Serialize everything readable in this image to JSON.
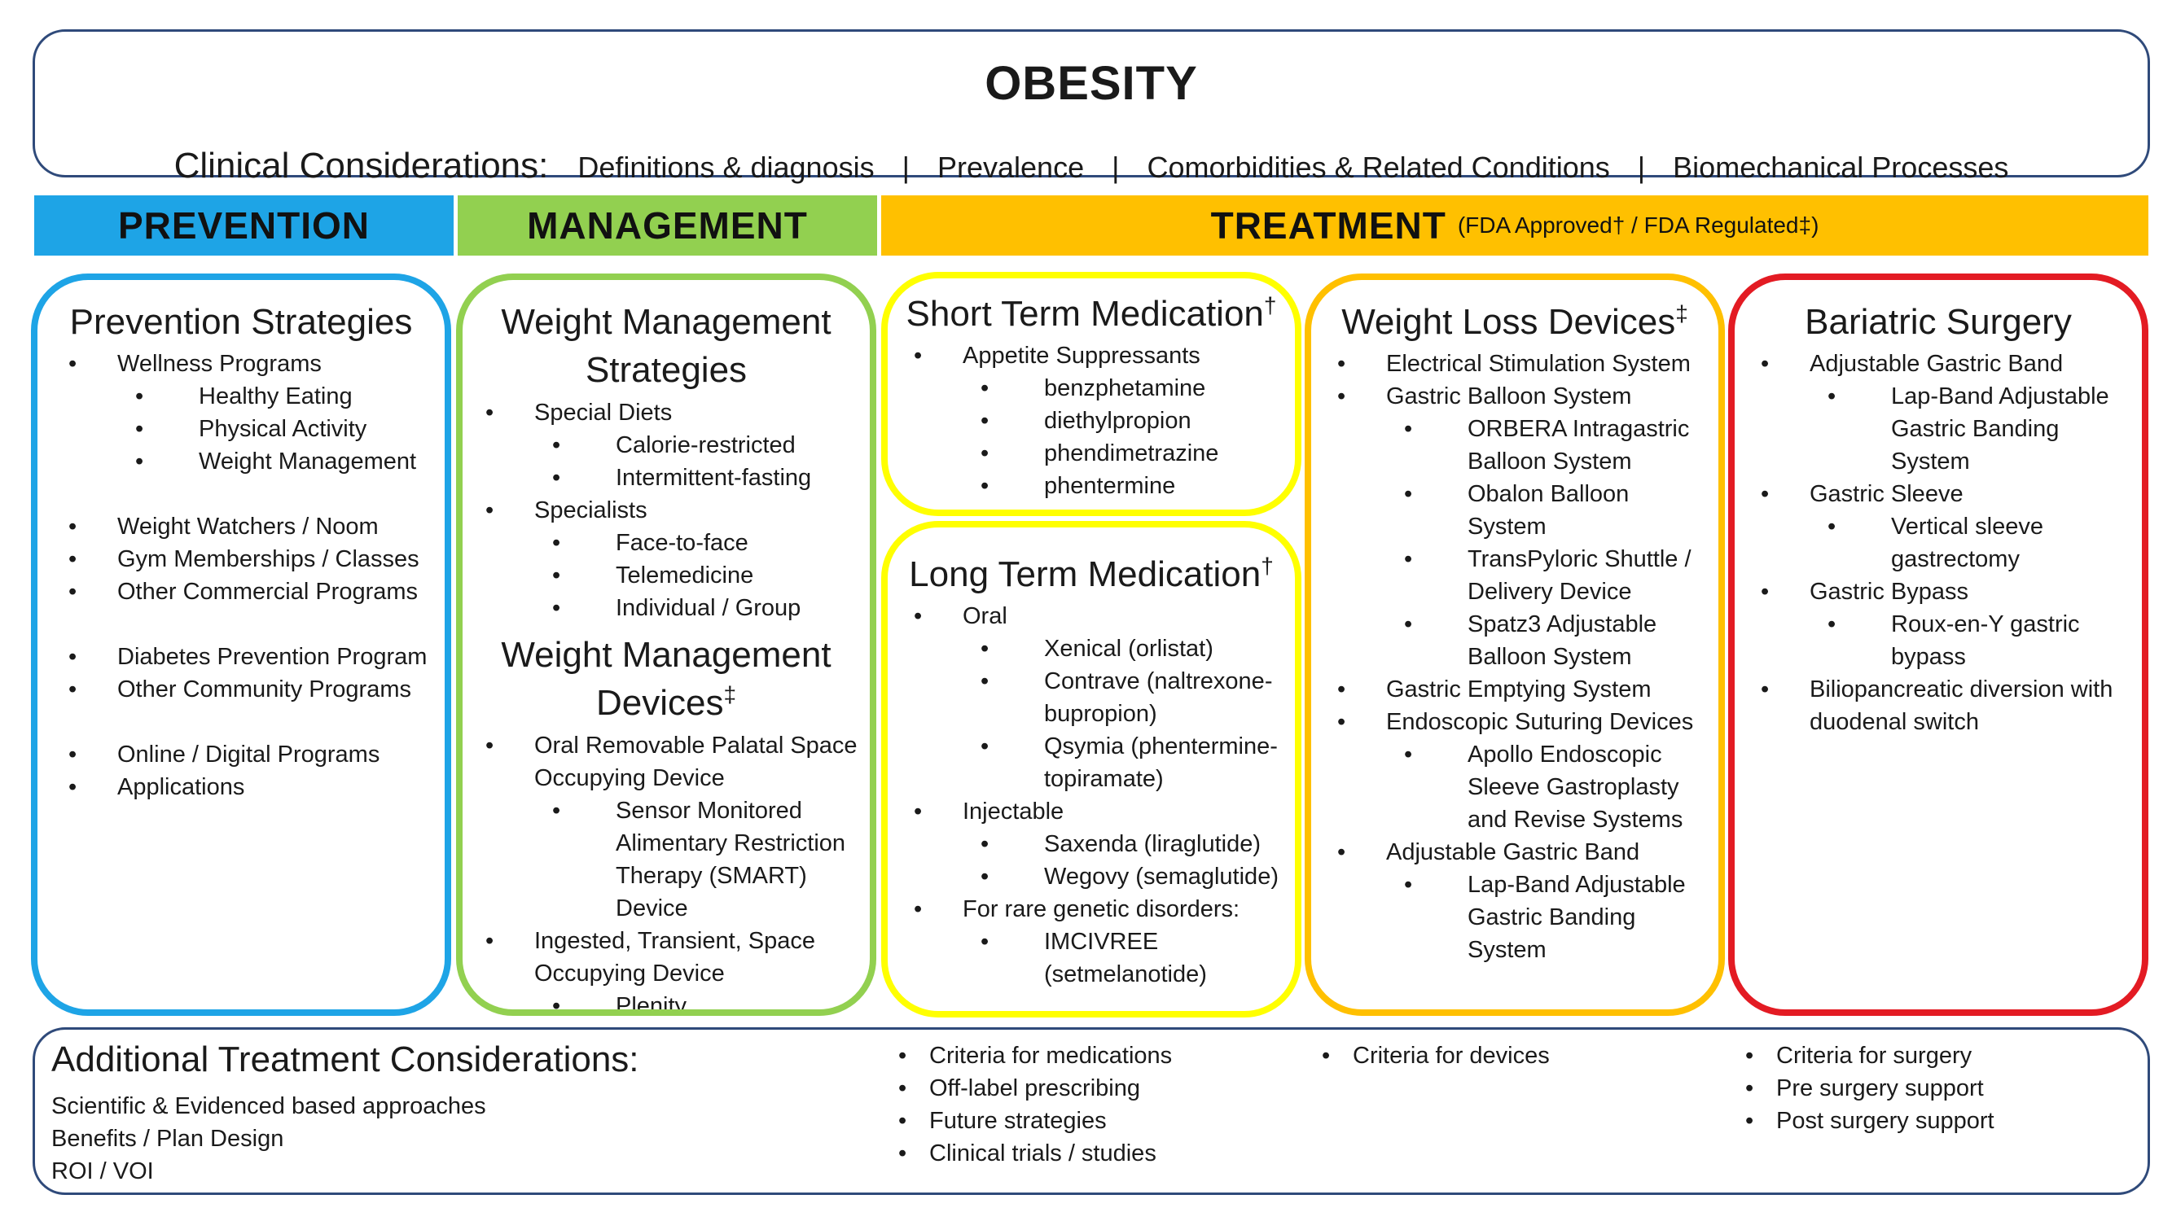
{
  "header": {
    "title": "OBESITY",
    "clinical_label": "Clinical Considerations:",
    "links": [
      "Definitions & diagnosis",
      "Prevalence",
      "Comorbidities & Related Conditions",
      "Biomechanical Processes"
    ],
    "separator": "|"
  },
  "categories": {
    "prevention": "PREVENTION",
    "management": "MANAGEMENT",
    "treatment": "TREATMENT",
    "treatment_note": "(FDA Approved† / FDA Regulated‡)"
  },
  "colors": {
    "prevention": "#1ea4e6",
    "management": "#92d050",
    "treatment": "#ffc000",
    "short_term": "#ffff00",
    "long_term": "#ffff00",
    "devices": "#ffc000",
    "surgery": "#e31b23",
    "outline": "#2f4a7a"
  },
  "prevention": {
    "title": "Prevention Strategies",
    "items": [
      {
        "label": "Wellness Programs",
        "sub": [
          "Healthy Eating",
          "Physical Activity",
          "Weight Management"
        ]
      },
      {
        "label": "Weight Watchers / Noom",
        "gap": true
      },
      {
        "label": "Gym Memberships / Classes"
      },
      {
        "label": "Other Commercial Programs"
      },
      {
        "label": "Diabetes Prevention Program",
        "gap": true
      },
      {
        "label": "Other Community Programs"
      },
      {
        "label": "Online / Digital Programs",
        "gap": true
      },
      {
        "label": "Applications"
      }
    ]
  },
  "management": {
    "title1_line1": "Weight Management",
    "title1_line2": "Strategies",
    "items1": [
      {
        "label": "Special Diets",
        "sub": [
          "Calorie-restricted",
          "Intermittent-fasting"
        ]
      },
      {
        "label": "Specialists",
        "sub": [
          "Face-to-face",
          "Telemedicine",
          "Individual / Group"
        ]
      }
    ],
    "title2_line1": "Weight Management",
    "title2_line2": "Devices",
    "title2_mark": "‡",
    "items2": [
      {
        "label": "Oral Removable Palatal Space Occupying Device",
        "sub": [
          "Sensor Monitored Alimentary Restriction Therapy (SMART) Device"
        ]
      },
      {
        "label": "Ingested, Transient, Space Occupying Device",
        "sub": [
          "Plenity"
        ]
      }
    ]
  },
  "short_term": {
    "title": "Short Term Medication",
    "mark": "†",
    "items": [
      {
        "label": "Appetite Suppressants",
        "sub": [
          "benzphetamine",
          "diethylpropion",
          "phendimetrazine",
          "phentermine"
        ]
      }
    ]
  },
  "long_term": {
    "title": "Long Term Medication",
    "mark": "†",
    "items": [
      {
        "label": "Oral",
        "sub": [
          "Xenical (orlistat)",
          "Contrave (naltrexone-bupropion)",
          "Qsymia (phentermine-topiramate)"
        ]
      },
      {
        "label": "Injectable",
        "sub": [
          "Saxenda (liraglutide)",
          "Wegovy (semaglutide)"
        ]
      },
      {
        "label": "For rare genetic disorders:",
        "sub": [
          "IMCIVREE (setmelanotide)"
        ]
      }
    ]
  },
  "devices": {
    "title": "Weight Loss Devices",
    "mark": "‡",
    "items": [
      {
        "label": "Electrical Stimulation System"
      },
      {
        "label": "Gastric Balloon System",
        "sub": [
          "ORBERA Intragastric Balloon System",
          "Obalon Balloon System",
          "TransPyloric Shuttle / Delivery Device",
          "Spatz3 Adjustable Balloon System"
        ]
      },
      {
        "label": "Gastric Emptying System"
      },
      {
        "label": "Endoscopic Suturing Devices",
        "sub": [
          "Apollo Endoscopic Sleeve Gastroplasty and Revise Systems"
        ]
      },
      {
        "label": "Adjustable Gastric Band",
        "sub": [
          "Lap-Band Adjustable Gastric Banding System"
        ]
      }
    ]
  },
  "surgery": {
    "title": "Bariatric Surgery",
    "items": [
      {
        "label": "Adjustable Gastric Band",
        "sub": [
          "Lap-Band Adjustable Gastric Banding System"
        ]
      },
      {
        "label": "Gastric Sleeve",
        "sub": [
          "Vertical sleeve gastrectomy"
        ]
      },
      {
        "label": "Gastric Bypass",
        "sub": [
          "Roux-en-Y gastric bypass"
        ]
      },
      {
        "label": "Biliopancreatic diversion with duodenal switch"
      }
    ]
  },
  "additional": {
    "title": "Additional Treatment Considerations:",
    "plain": [
      "Scientific & Evidenced based approaches",
      "Benefits / Plan Design",
      "ROI / VOI"
    ],
    "medications": [
      "Criteria for medications",
      "Off-label prescribing",
      "Future strategies",
      "Clinical trials / studies"
    ],
    "devices": [
      "Criteria for devices"
    ],
    "surgery": [
      "Criteria for surgery",
      "Pre surgery support",
      "Post surgery support"
    ]
  }
}
